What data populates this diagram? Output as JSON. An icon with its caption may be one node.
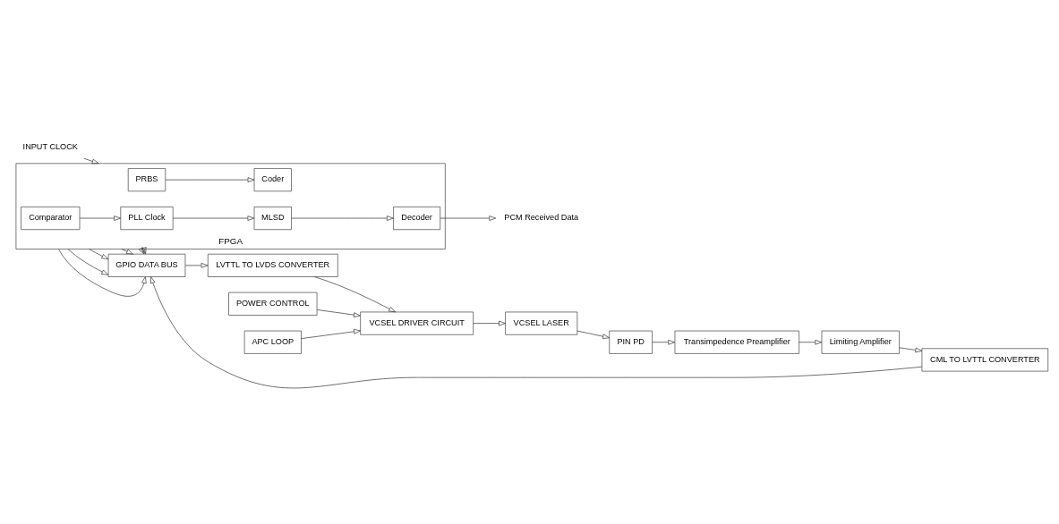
{
  "diagram": {
    "nodes": [
      {
        "text": [
          "INPUT CLOCK"
        ]
      },
      {
        "text": [
          "FPGA"
        ]
      },
      {
        "text": [
          "PRBS"
        ],
        "in": 1
      },
      {
        "text": [
          "Coder"
        ],
        "in": 1
      },
      {
        "text": [
          "Decoder"
        ],
        "in": 1
      },
      {
        "text": [
          "MLSD"
        ],
        "in": 1
      },
      {
        "text": [
          "PLL Clock"
        ],
        "in": 1
      },
      {
        "text": [
          "Comparator"
        ],
        "in": 1
      },
      {
        "text": [
          "GPIO DATA BUS"
        ]
      },
      {
        "text": [
          "POWER CONTROL"
        ]
      },
      {
        "text": [
          "APC LOOP"
        ]
      },
      {
        "text": [
          "LVTTL TO LVDS CONVERTER"
        ]
      },
      {
        "text": [
          "VCSEL DRIVER CIRCUIT"
        ]
      },
      {
        "text": [
          "VCSEL LASER"
        ]
      },
      {
        "text": [
          "CML TO LVTTL CONVERTER"
        ]
      },
      {
        "text": [
          "Limiting Amplifier"
        ]
      },
      {
        "text": [
          "Transimpedence Preamplifier"
        ]
      },
      {
        "text": [
          "PIN PD"
        ]
      },
      {
        "text": [
          "PCM Received Data"
        ]
      }
    ],
    "edges": [
      {
        "from": 0,
        "to": 1,
        "arrow": "to"
      },
      {
        "from": 2,
        "to": 3,
        "arrow": "to"
      },
      {
        "from": 1,
        "to": 8,
        "arrow": "to"
      },
      {
        "from": 1,
        "to": 8,
        "arrow": "to"
      },
      {
        "from": 1,
        "to": 8,
        "arrow": "to"
      },
      {
        "from": 1,
        "to": 8,
        "arrow": "to"
      },
      {
        "from": 1,
        "to": 8,
        "arrow": "to"
      },
      {
        "from": 1,
        "to": 8,
        "arrow": "to"
      },
      {
        "from": 8,
        "to": 11,
        "arrow": "to"
      },
      {
        "from": 11,
        "to": 12,
        "arrow": "to"
      },
      {
        "from": 9,
        "to": 12,
        "arrow": "to"
      },
      {
        "from": 10,
        "to": 12,
        "arrow": "to"
      },
      {
        "from": 12,
        "to": 13,
        "arrow": "to"
      },
      {
        "from": 13,
        "to": 17,
        "arrow": "to"
      },
      {
        "from": 17,
        "to": 16,
        "arrow": "to"
      },
      {
        "from": 16,
        "to": 15,
        "arrow": "to"
      },
      {
        "from": 15,
        "to": 14,
        "arrow": "to"
      },
      {
        "from": 14,
        "to": 8,
        "arrow": "to"
      },
      {
        "from": 7,
        "to": 6,
        "arrow": "to"
      },
      {
        "from": 6,
        "to": 5,
        "arrow": "to"
      },
      {
        "from": 5,
        "to": 4,
        "arrow": "to"
      },
      {
        "from": 4,
        "to": 18,
        "arrow": "to"
      }
    ]
  }
}
